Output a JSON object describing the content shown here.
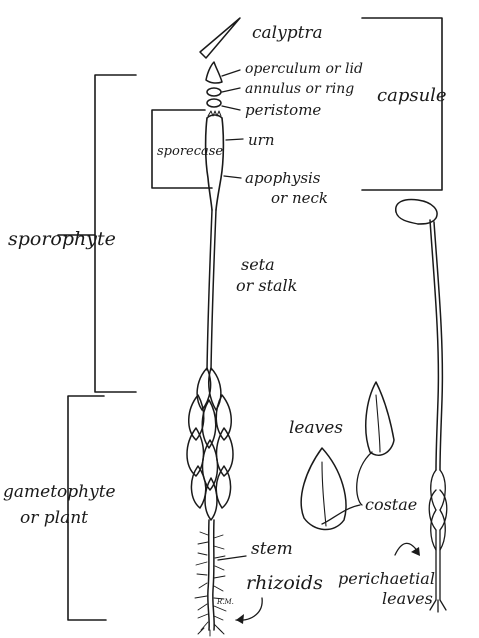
{
  "labels": {
    "calyptra": "calyptra",
    "operculum": "operculum or lid",
    "annulus": "annulus or ring",
    "peristome": "peristome",
    "urn": "urn",
    "apophysis_1": "apophysis",
    "apophysis_2": "or neck",
    "sporecase": "sporecase",
    "capsule": "capsule",
    "sporophyte": "sporophyte",
    "seta_1": "seta",
    "seta_2": "or stalk",
    "leaves": "leaves",
    "costae": "costae",
    "gametophyte_1": "gametophyte",
    "gametophyte_2": "or plant",
    "stem": "stem",
    "rhizoids": "rhizoids",
    "perichaetial_1": "perichaetial",
    "perichaetial_2": "leaves",
    "initials": "R.M."
  }
}
